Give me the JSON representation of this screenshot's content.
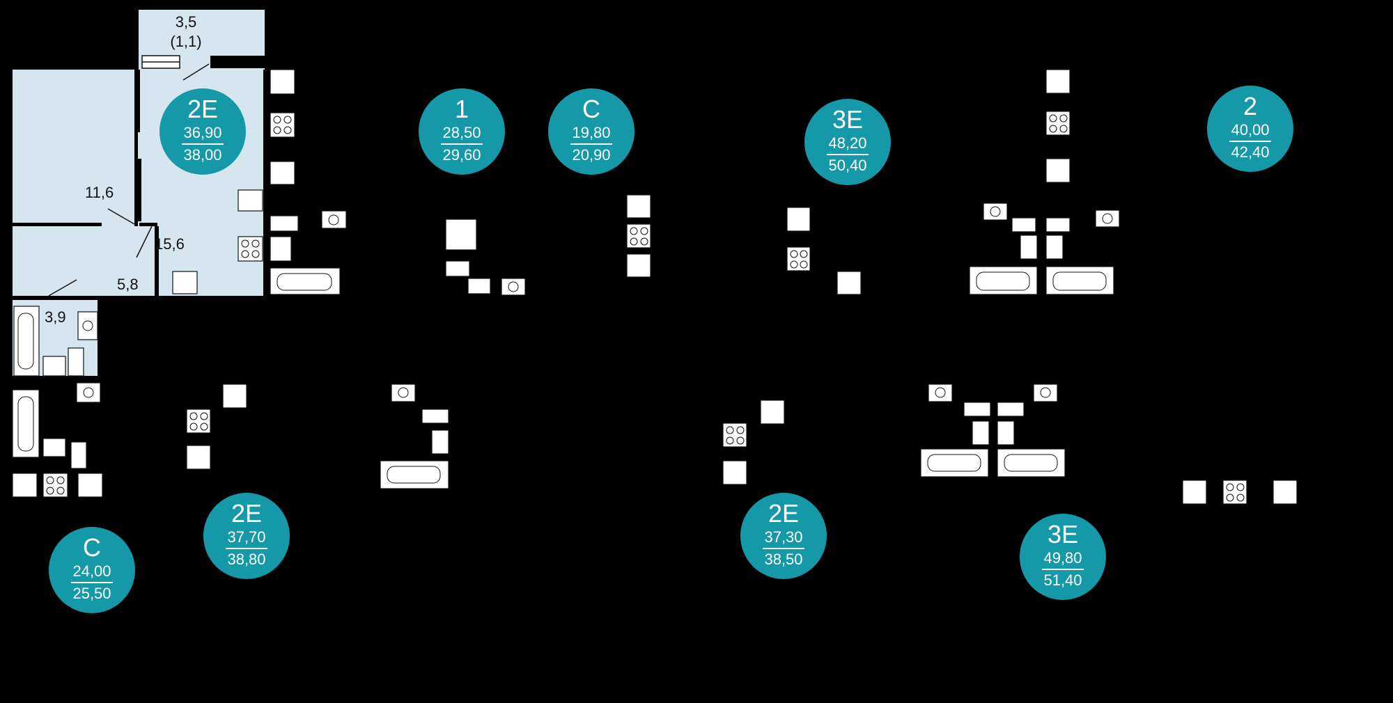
{
  "colors": {
    "badge": "#1599a8",
    "room_fill": "#d5e6ee",
    "background": "#000000",
    "wall": "#000000",
    "fixture": "#ffffff"
  },
  "badges": [
    {
      "code": "2E",
      "area_living": "36,90",
      "area_total": "38,00"
    },
    {
      "code": "1",
      "area_living": "28,50",
      "area_total": "29,60"
    },
    {
      "code": "C",
      "area_living": "19,80",
      "area_total": "20,90"
    },
    {
      "code": "3E",
      "area_living": "48,20",
      "area_total": "50,40"
    },
    {
      "code": "2",
      "area_living": "40,00",
      "area_total": "42,40"
    },
    {
      "code": "2E",
      "area_living": "37,70",
      "area_total": "38,80"
    },
    {
      "code": "2E",
      "area_living": "37,30",
      "area_total": "38,50"
    },
    {
      "code": "3E",
      "area_living": "49,80",
      "area_total": "51,40"
    },
    {
      "code": "C",
      "area_living": "24,00",
      "area_total": "25,50"
    }
  ],
  "rooms": {
    "balcony_area": "3,5",
    "balcony_coef": "(1,1)",
    "living_room": "11,6",
    "kitchen_living": "15,6",
    "hall": "5,8",
    "bathroom": "3,9"
  },
  "fixture_icons": [
    "cooktop-icon",
    "sink-icon",
    "toilet-icon",
    "bathtub-icon",
    "washing-machine-icon",
    "shower-icon",
    "fridge-icon",
    "washbasin-icon"
  ]
}
